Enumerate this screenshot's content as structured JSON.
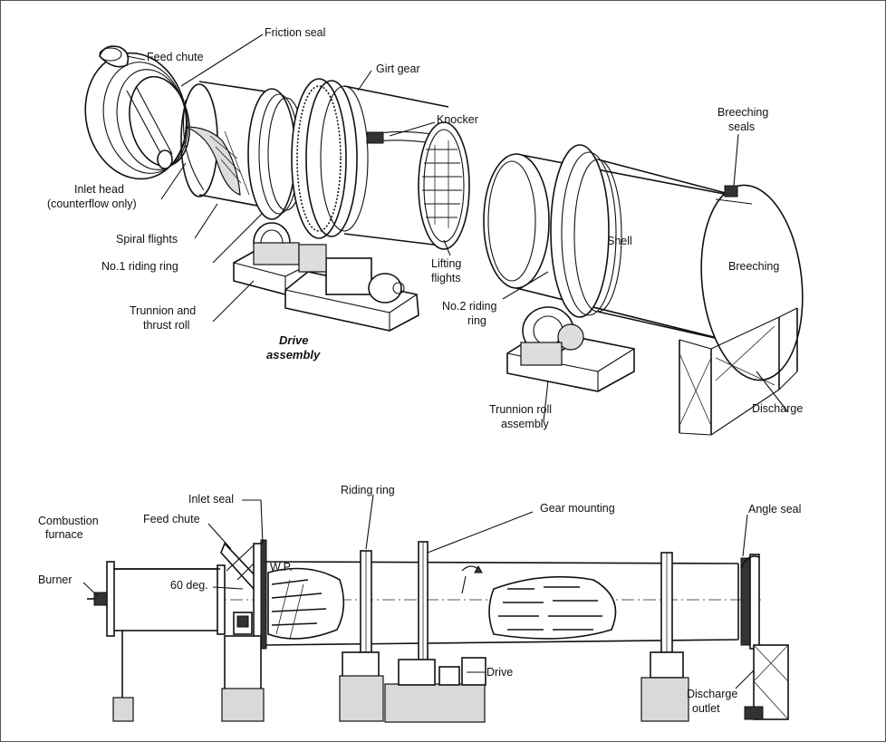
{
  "figure": {
    "top_labels": {
      "friction_seal": "Friction seal",
      "feed_chute": "Feed chute",
      "girt_gear": "Girt gear",
      "knocker": "Knocker",
      "breeching_seals_1": "Breeching",
      "breeching_seals_2": "seals",
      "inlet_head_1": "Inlet head",
      "inlet_head_2": "(counterflow only)",
      "spiral_flights": "Spiral flights",
      "no1_riding_ring": "No.1 riding ring",
      "lifting_flights_1": "Lifting",
      "lifting_flights_2": "flights",
      "shell": "Shell",
      "breeching": "Breeching",
      "trunnion_thrust_1": "Trunnion and",
      "trunnion_thrust_2": "thrust roll",
      "no2_riding_ring_1": "No.2 riding",
      "no2_riding_ring_2": "ring",
      "drive_assembly_1": "Drive",
      "drive_assembly_2": "assembly",
      "trunnion_roll_1": "Trunnion roll",
      "trunnion_roll_2": "assembly",
      "discharge": "Discharge"
    },
    "bottom_labels": {
      "inlet_seal": "Inlet seal",
      "riding_ring": "Riding ring",
      "gear_mounting": "Gear mounting",
      "angle_seal": "Angle seal",
      "combustion_1": "Combustion",
      "combustion_2": "furnace",
      "feed_chute": "Feed chute",
      "burner": "Burner",
      "angle_60": "60 deg.",
      "wp": "W.P.",
      "drive": "Drive",
      "discharge_outlet_1": "Discharge",
      "discharge_outlet_2": "outlet"
    }
  }
}
